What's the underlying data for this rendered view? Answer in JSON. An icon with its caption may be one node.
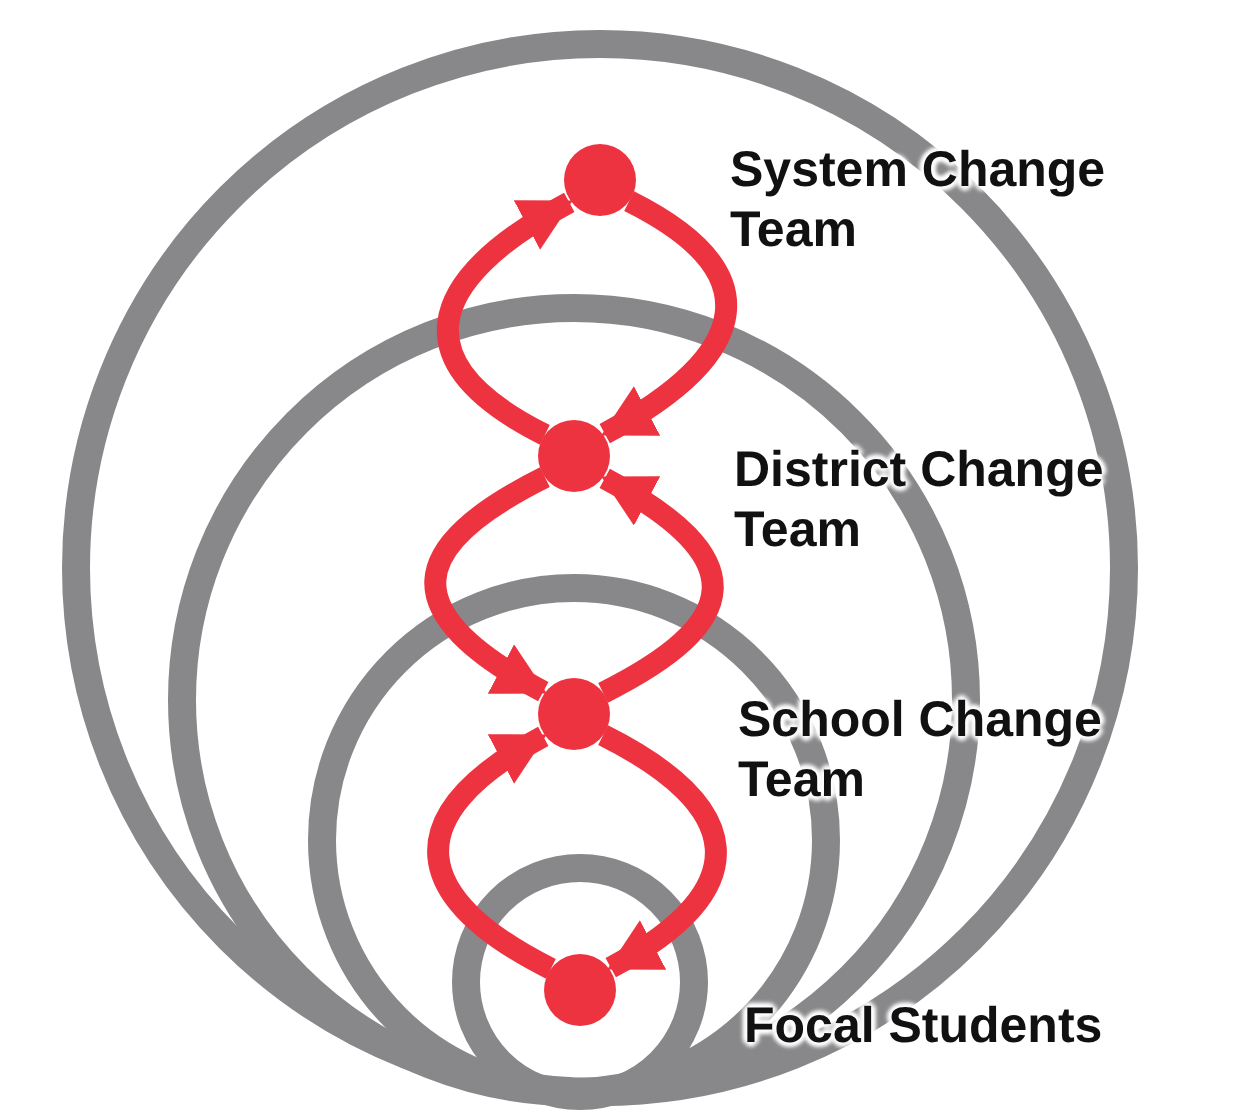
{
  "diagram": {
    "nodes": [
      {
        "text": [],
        "shape": "circle",
        "beside": [
          "System Change Team"
        ]
      },
      {
        "text": [],
        "shape": "circle",
        "beside": [
          "District Change Team"
        ]
      },
      {
        "text": [],
        "shape": "circle",
        "beside": [
          "School Change Team"
        ]
      },
      {
        "text": [],
        "shape": "circle",
        "beside": [
          "Focal Students"
        ]
      }
    ],
    "edges": [
      {
        "from": 1,
        "to": 0,
        "arrow": "to",
        "color": "#ee3340"
      },
      {
        "from": 0,
        "to": 1,
        "arrow": "to",
        "color": "#ee3340"
      },
      {
        "from": 1,
        "to": 2,
        "arrow": "to",
        "color": "#ee3340"
      },
      {
        "from": 2,
        "to": 1,
        "arrow": "to",
        "color": "#ee3340"
      },
      {
        "from": 3,
        "to": 2,
        "arrow": "to",
        "color": "#ee3340"
      },
      {
        "from": 2,
        "to": 3,
        "arrow": "to",
        "color": "#ee3340"
      }
    ]
  }
}
